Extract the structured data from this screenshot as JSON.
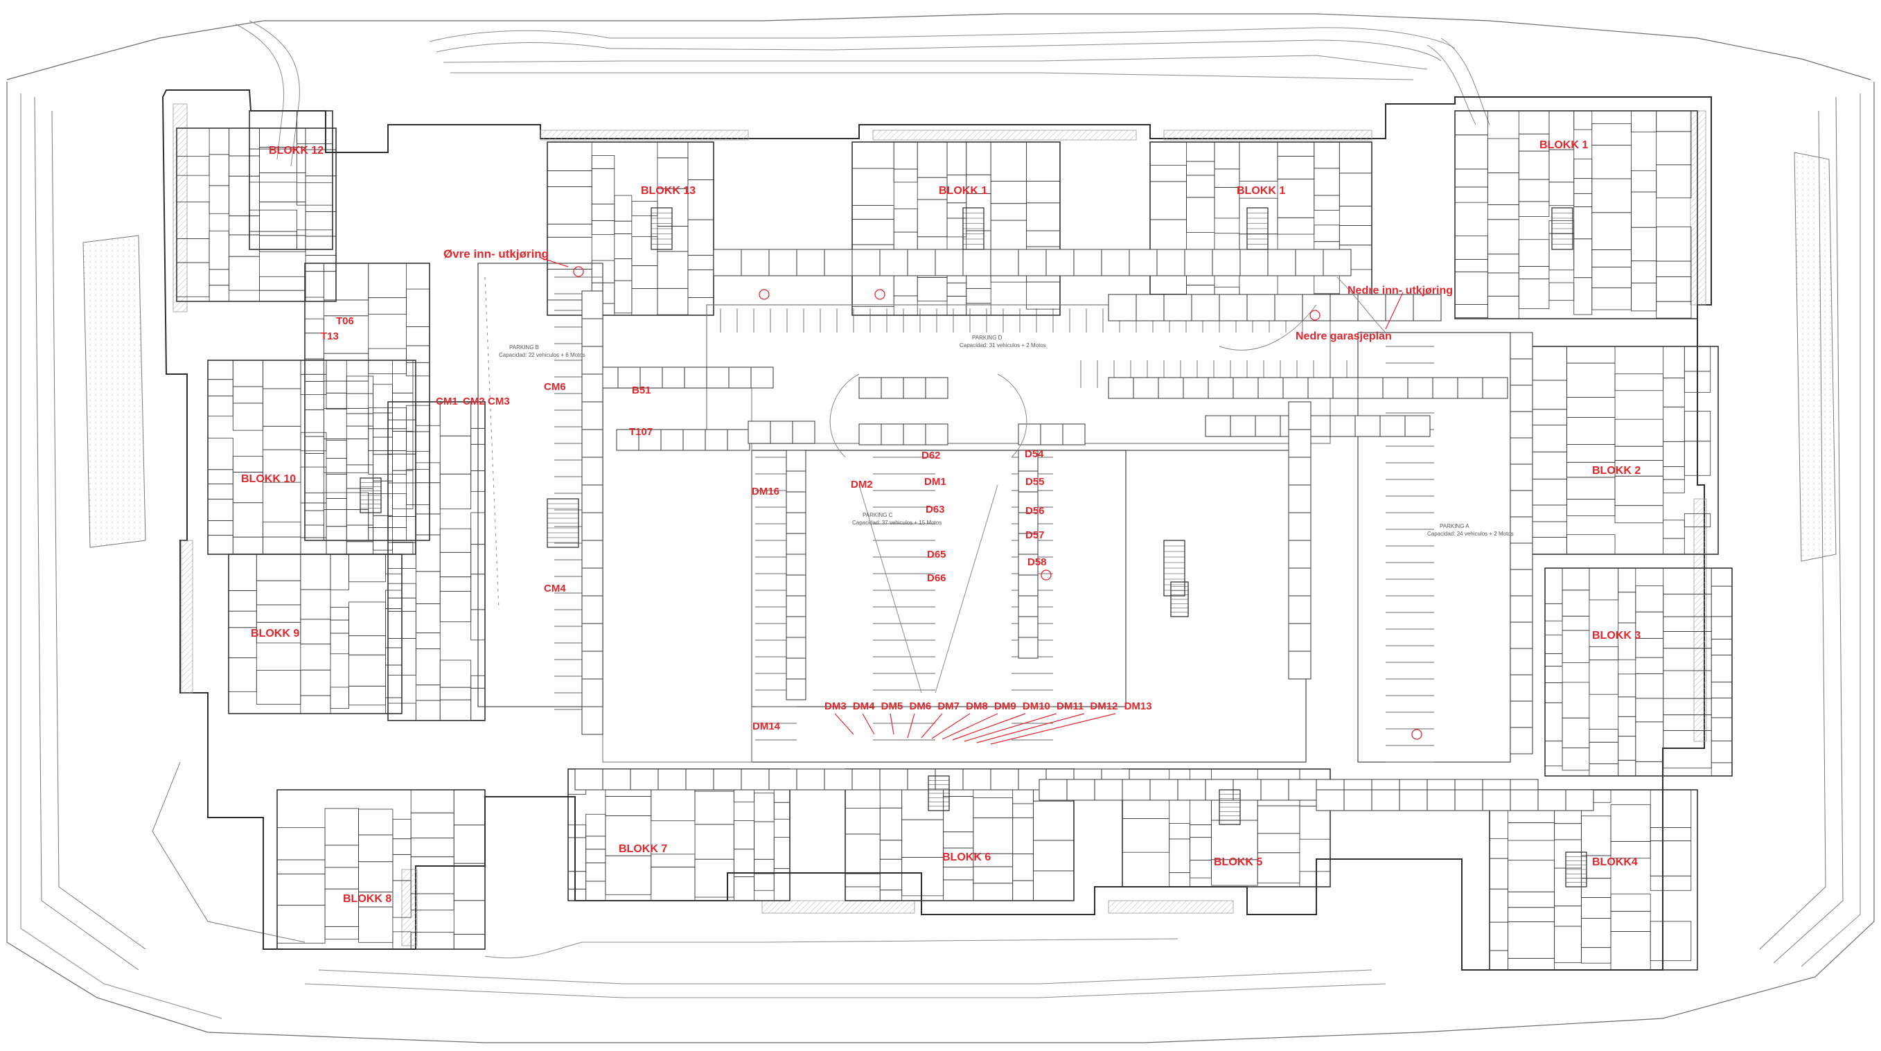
{
  "blocks": {
    "blokk12": "BLOKK 12",
    "blokk13": "BLOKK 13",
    "blokk1a": "BLOKK 1",
    "blokk1b": "BLOKK 1",
    "blokk1c": "BLOKK 1",
    "blokk10": "BLOKK 10",
    "blokk9": "BLOKK 9",
    "blokk8": "BLOKK 8",
    "blokk7": "BLOKK 7",
    "blokk6": "BLOKK 6",
    "blokk5": "BLOKK 5",
    "blokk4": "BLOKK4",
    "blokk3": "BLOKK 3",
    "blokk2": "BLOKK 2"
  },
  "access": {
    "upper_entry": "Øvre inn- utkjøring",
    "lower_entry": "Nedre inn- utkjøring",
    "lower_garage": "Nedre garasjeplan"
  },
  "units": {
    "T06": "T06",
    "T13": "T13",
    "CM1": "CM1",
    "CM2": "CM2",
    "CM3": "CM3",
    "CM6": "CM6",
    "CM4": "CM4",
    "B51": "B51",
    "T107": "T107",
    "D62": "D62",
    "D54": "D54",
    "DM16": "DM16",
    "DM2": "DM2",
    "DM1": "DM1",
    "D55": "D55",
    "D63": "D63",
    "D56": "D56",
    "D57": "D57",
    "D65": "D65",
    "D58": "D58",
    "D66": "D66",
    "DM14": "DM14",
    "DM_row": "DM3 DM4 DM5 DM6 DM7 DM8 DM9 DM10 DM11 DM12 DM13"
  },
  "parking": {
    "p_left_title": "PARKING B",
    "p_left_cap": "Capacidad: 22 vehiculos + 6 Motos",
    "p_center_title": "PARKING C",
    "p_center_cap": "Capacidad: 37 vehiculos + 15 Motos",
    "p_top_title": "PARKING D",
    "p_top_cap": "Capacidad: 31 vehiculos + 2 Motos",
    "p_right_title": "PARKING A",
    "p_right_cap": "Capacidad: 24 vehiculos + 2 Motos"
  },
  "colors": {
    "line": "#3a3a3a",
    "light": "#9a9a9a",
    "label": "#e0262b",
    "hatch": "#b5b5b5"
  }
}
